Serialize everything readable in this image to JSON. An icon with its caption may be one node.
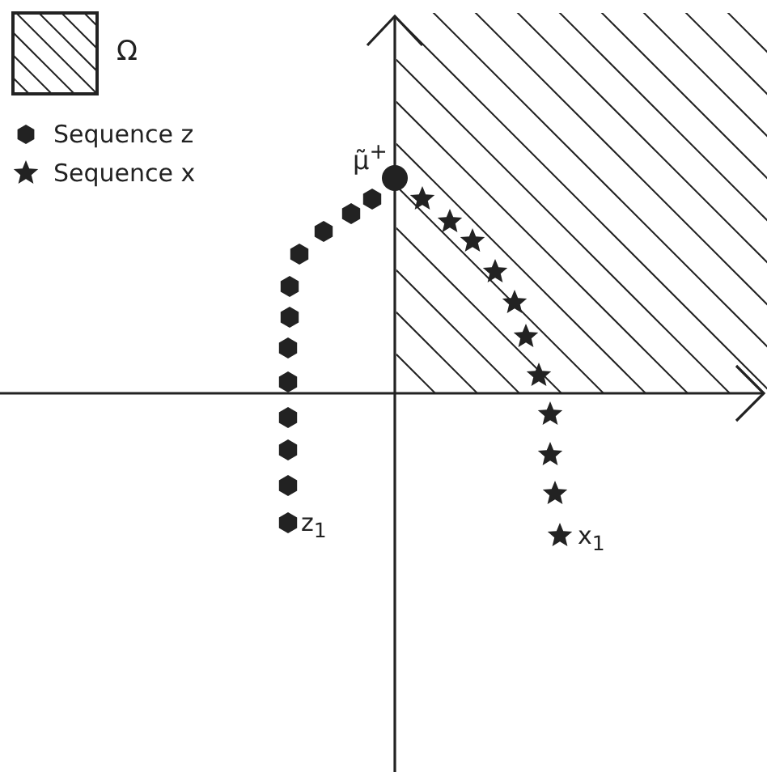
{
  "diagram": {
    "legend": [
      {
        "text": "Ω"
      },
      {
        "text": "Sequence z"
      },
      {
        "text": "Sequence x"
      }
    ],
    "labels": [
      "μ̃$^{+}$",
      "z$_{1}$",
      "x$_{1}$"
    ]
  }
}
